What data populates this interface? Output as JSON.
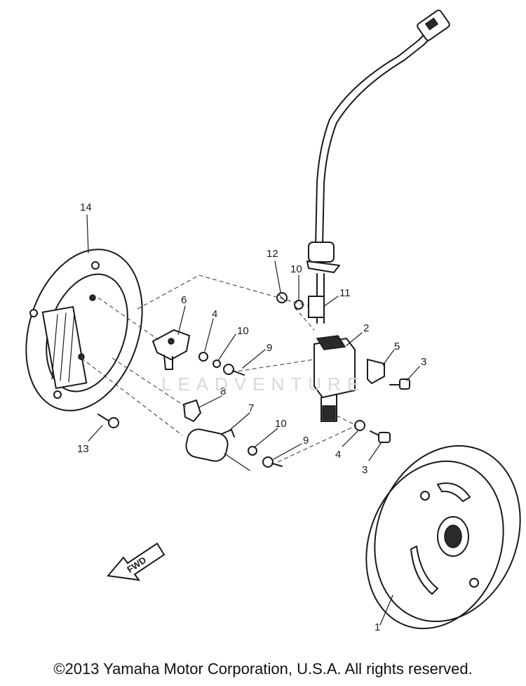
{
  "callouts": [
    {
      "id": "14",
      "label": "14"
    },
    {
      "id": "12",
      "label": "12"
    },
    {
      "id": "10a",
      "label": "10"
    },
    {
      "id": "11",
      "label": "11"
    },
    {
      "id": "6",
      "label": "6"
    },
    {
      "id": "4a",
      "label": "4"
    },
    {
      "id": "10b",
      "label": "10"
    },
    {
      "id": "9a",
      "label": "9"
    },
    {
      "id": "2",
      "label": "2"
    },
    {
      "id": "5",
      "label": "5"
    },
    {
      "id": "3a",
      "label": "3"
    },
    {
      "id": "8",
      "label": "8"
    },
    {
      "id": "7",
      "label": "7"
    },
    {
      "id": "10c",
      "label": "10"
    },
    {
      "id": "9b",
      "label": "9"
    },
    {
      "id": "4b",
      "label": "4"
    },
    {
      "id": "3b",
      "label": "3"
    },
    {
      "id": "13",
      "label": "13"
    },
    {
      "id": "1",
      "label": "1"
    }
  ],
  "direction_arrow": {
    "label": "FWD"
  },
  "watermark": "LEADVENTURE",
  "copyright": "©2013 Yamaha Motor Corporation, U.S.A. All rights reserved."
}
